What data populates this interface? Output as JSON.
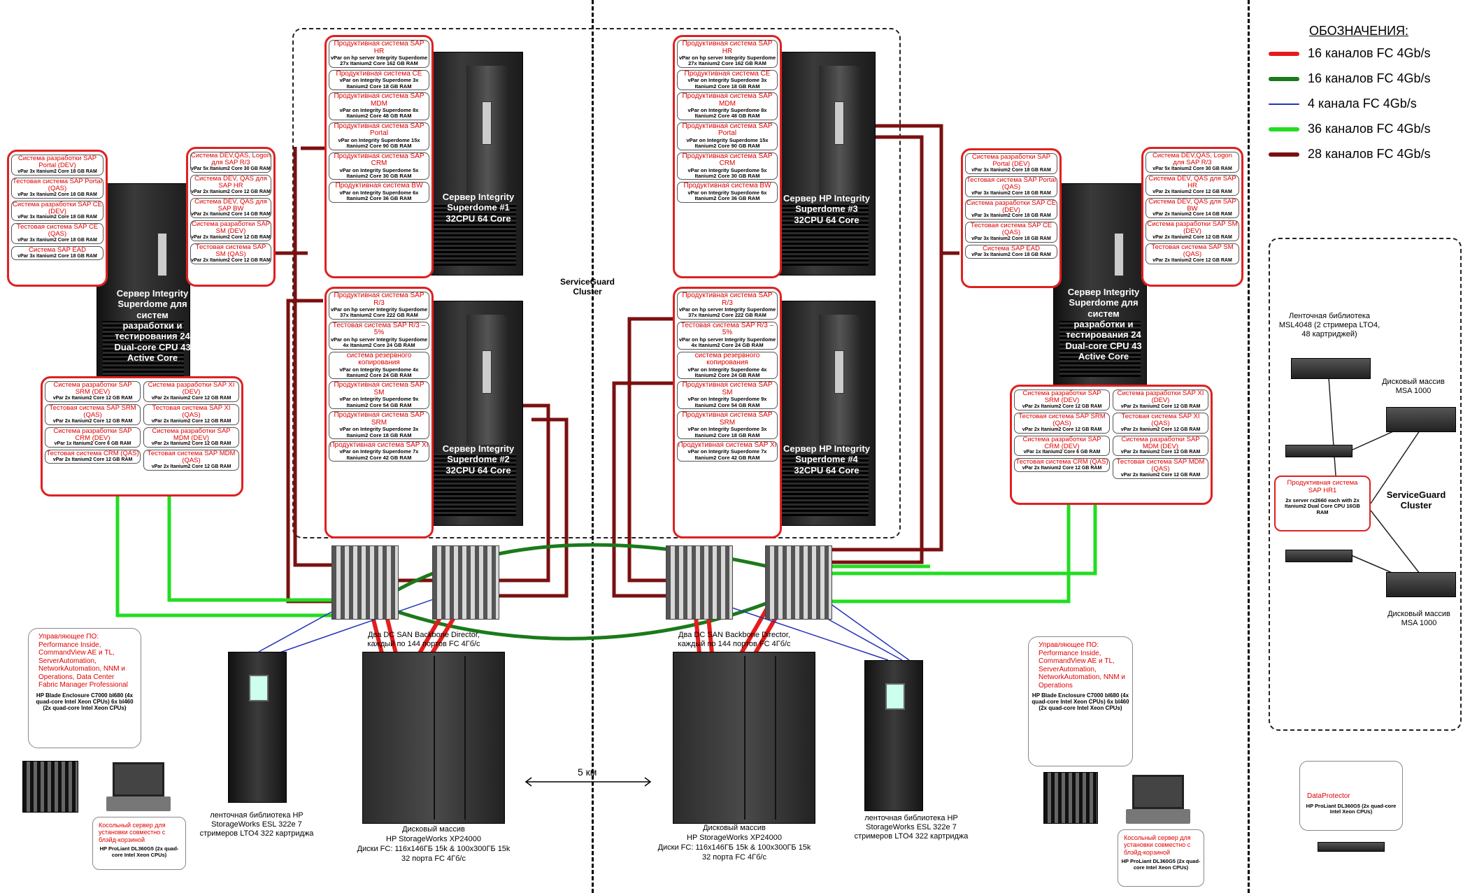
{
  "legend": {
    "title": "ОБОЗНАЧЕНИЯ:",
    "items": [
      {
        "label": "16 каналов FC 4Gb/s",
        "color": "#e51c1c"
      },
      {
        "label": "16 каналов FC 4Gb/s",
        "color": "#1a7a1a"
      },
      {
        "label": "4 канала FC 4Gb/s",
        "color": "#2233bb"
      },
      {
        "label": "36 каналов FC 4Gb/s",
        "color": "#22dd22"
      },
      {
        "label": "28 каналов FC 4Gb/s",
        "color": "#7a1010"
      }
    ]
  },
  "colors": {
    "red": "#e51c1c",
    "darkgreen": "#1a7a1a",
    "blue": "#2233bb",
    "lime": "#22dd22",
    "maroon": "#7a1010"
  },
  "cluster_label": "ServiceGuard Cluster",
  "servers": {
    "sd1": "Сервер Integrity Superdome #1 32CPU 64 Core",
    "sd2": "Сервер Integrity Superdome #2 32CPU 64 Core",
    "sd3": "Сервер HP Integrity Superdome #3 32CPU 64 Core",
    "sd4": "Сервер HP Integrity Superdome #4 32CPU 64 Core",
    "dev_left": "Сервер Integrity Superdome для систем разработки и тестирования 24 Dual-core CPU 43 Active Core",
    "dev_right": "Сервер Integrity Superdome для систем разработки и тестирования 24 Dual-core CPU 43 Active Core"
  },
  "prod_top": [
    {
      "t": "Продуктивная система SAP HR",
      "s": "vPar on hp server Integrity Superdome 27x Itanium2 Core 162 GB RAM"
    },
    {
      "t": "Продуктивная система CE",
      "s": "vPar on Integrity Superdome 3x Itanium2 Core 18 GB RAM"
    },
    {
      "t": "Продуктивная система SAP MDM",
      "s": "vPar on Integrity Superdome 8x Itanium2 Core 48 GB RAM"
    },
    {
      "t": "Продуктивная система SAP Portal",
      "s": "vPar on Integrity Superdome 15x Itanium2 Core 90 GB RAM"
    },
    {
      "t": "Продуктивная система SAP CRM",
      "s": "vPar on Integrity Superdome 5x Itanium2 Core 30 GB RAM"
    },
    {
      "t": "Продуктивная система BW",
      "s": "vPar on Integrity Superdome 6x Itanium2 Core 36 GB RAM"
    }
  ],
  "prod_bottom": [
    {
      "t": "Продуктивная система SAP R/3",
      "s": "vPar on hp server Integrity Superdome 37x Itanium2 Core 222 GB RAM"
    },
    {
      "t": "Тестовая система SAP R/3 – 5%",
      "s": "vPar on hp server Integrity Superdome 4x Itanium2 Core 24 GB RAM"
    },
    {
      "t": "система резервного копирования",
      "s": "vPar on Integrity Superdome 4x Itanium2 Core 24 GB RAM"
    },
    {
      "t": "Продуктивная система SAP SM",
      "s": "vPar on Integrity Superdome 9x Itanium2 Core 54 GB RAM"
    },
    {
      "t": "Продуктивная система SAP SRM",
      "s": "vPar on Integrity Superdome 3x Itanium2 Core 18 GB RAM"
    },
    {
      "t": "Продуктивная система SAP XI",
      "s": "vPar on Integrity Superdome 7x Itanium2 Core 42 GB RAM"
    }
  ],
  "dev_a": [
    {
      "t": "Система разработки SAP Portal (DEV)",
      "s": "vPar 3x Itanium2 Core 18 GB RAM"
    },
    {
      "t": "Тестовая система SAP Portal (QAS)",
      "s": "vPar 3x Itanium2 Core 18 GB RAM"
    },
    {
      "t": "Система разработки SAP CE (DEV)",
      "s": "vPar 3x Itanium2 Core 18 GB RAM"
    },
    {
      "t": "Тестовая система SAP CE (QAS)",
      "s": "vPar 3x Itanium2 Core 18 GB RAM"
    },
    {
      "t": "Система SAP EAD",
      "s": "vPar 3x Itanium2 Core 18 GB RAM"
    }
  ],
  "dev_b": [
    {
      "t": "Система DEV,QAS, Logon для SAP R/3",
      "s": "vPar 5x Itanium2 Core 30 GB RAM"
    },
    {
      "t": "Система DEV, QAS для SAP HR",
      "s": "vPar 2x Itanium2 Core 12 GB RAM"
    },
    {
      "t": "Система DEV, QAS для SAP BW",
      "s": "vPar 2x Itanium2 Core 14 GB RAM"
    },
    {
      "t": "Система разработки SAP SM (DEV)",
      "s": "vPar 2x Itanium2 Core 12 GB RAM"
    },
    {
      "t": "Тестовая система SAP SM (QAS)",
      "s": "vPar 2x Itanium2 Core 12 GB RAM"
    }
  ],
  "dev_c_left": [
    {
      "t": "Система разработки SAP SRM (DEV)",
      "s": "vPar 2x Itanium2 Core 12 GB RAM"
    },
    {
      "t": "Тестовая система SAP SRM (QAS)",
      "s": "vPar 2x Itanium2 Core 12 GB RAM"
    },
    {
      "t": "Система разработки SAP CRM (DEV)",
      "s": "vPar 1x Itanium2 Core 6 GB RAM"
    },
    {
      "t": "Тестовая система CRM (QAS)",
      "s": "vPar 2x Itanium2 Core 12 GB RAM"
    }
  ],
  "dev_c_right": [
    {
      "t": "Система разработки SAP XI (DEV)",
      "s": "vPar 2x Itanium2 Core 12 GB RAM"
    },
    {
      "t": "Тестовая система SAP XI (QAS)",
      "s": "vPar 2x Itanium2 Core 12 GB RAM"
    },
    {
      "t": "Система разработки SAP MDM (DEV)",
      "s": "vPar 2x Itanium2 Core 12 GB RAM"
    },
    {
      "t": "Тестовая система SAP MDM (QAS)",
      "s": "vPar 2x Itanium2 Core 12 GB RAM"
    }
  ],
  "captions": {
    "directors": "Два DC SAN Backbone Director, каждый по 144 портов FC 4Гб/с",
    "tape": "ленточная библиотека HP StorageWorks ESL 322e 7 стримеров LTO4 322 картриджа",
    "xp_title": "Дисковый массив",
    "xp_model": "HP StorageWorks XP24000",
    "xp_disks": "Диски FC: 116x146ГБ 15k & 100x300ГБ 15k",
    "xp_ports": "32 порта FC 4Гб/с",
    "distance": "5 км",
    "msl": "Ленточная библиотека MSL4048 (2 стримера LTO4, 48 картриджей)",
    "msa": "Дисковый массив MSA 1000"
  },
  "mgmt_left": {
    "soft": "Управляющее ПО: Performance Inside, CommandView AE и TL, ServerAutomation, NetworkAutomation, NNM и Operations, Data Center Fabric Manager Professional",
    "hw": "HP Blade Enclosure C7000 bl680 (4x quad-core Intel Xeon CPUs) 6x bl460 (2x quad-core Intel Xeon CPUs)"
  },
  "mgmt_right": {
    "soft": "Управляющее ПО: Performance Inside, CommandView AE и TL, ServerAutomation, NetworkAutomation, NNM и Operations",
    "hw": "HP Blade Enclosure C7000 bl680 (4x quad-core Intel Xeon CPUs) 6x bl460 (2x quad-core Intel Xeon CPUs)"
  },
  "console": {
    "red": "Косольный сервер для установки совместно с блэйд-корзиной",
    "black": "HP ProLiant DL360G5 (2x quad-core Intel Xeon CPUs)"
  },
  "hr1": {
    "red": "Продуктивная система SAP HR1",
    "black": "2x server rx2660 each with 2x Itanium2 Dual Core CPU 16GB RAM"
  },
  "dataprotector": {
    "red": "DataProtector",
    "black": "HP ProLiant DL360G5 (2x quad-core Intel Xeon CPUs)"
  }
}
